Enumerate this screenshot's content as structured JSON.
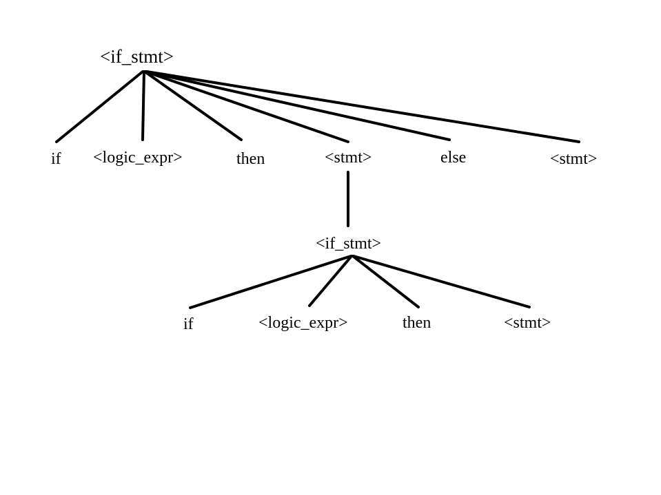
{
  "tree": {
    "root": {
      "label": "<if_stmt>",
      "children": [
        {
          "label": "if"
        },
        {
          "label": "<logic_expr>"
        },
        {
          "label": "then"
        },
        {
          "label": "<stmt>"
        },
        {
          "label": "else"
        },
        {
          "label": "<stmt>"
        }
      ]
    },
    "nested": {
      "label": "<if_stmt>",
      "children": [
        {
          "label": "if"
        },
        {
          "label": "<logic_expr>"
        },
        {
          "label": "then"
        },
        {
          "label": "<stmt>"
        }
      ]
    }
  },
  "colors": {
    "background": "#ffffff",
    "ink": "#000000"
  }
}
